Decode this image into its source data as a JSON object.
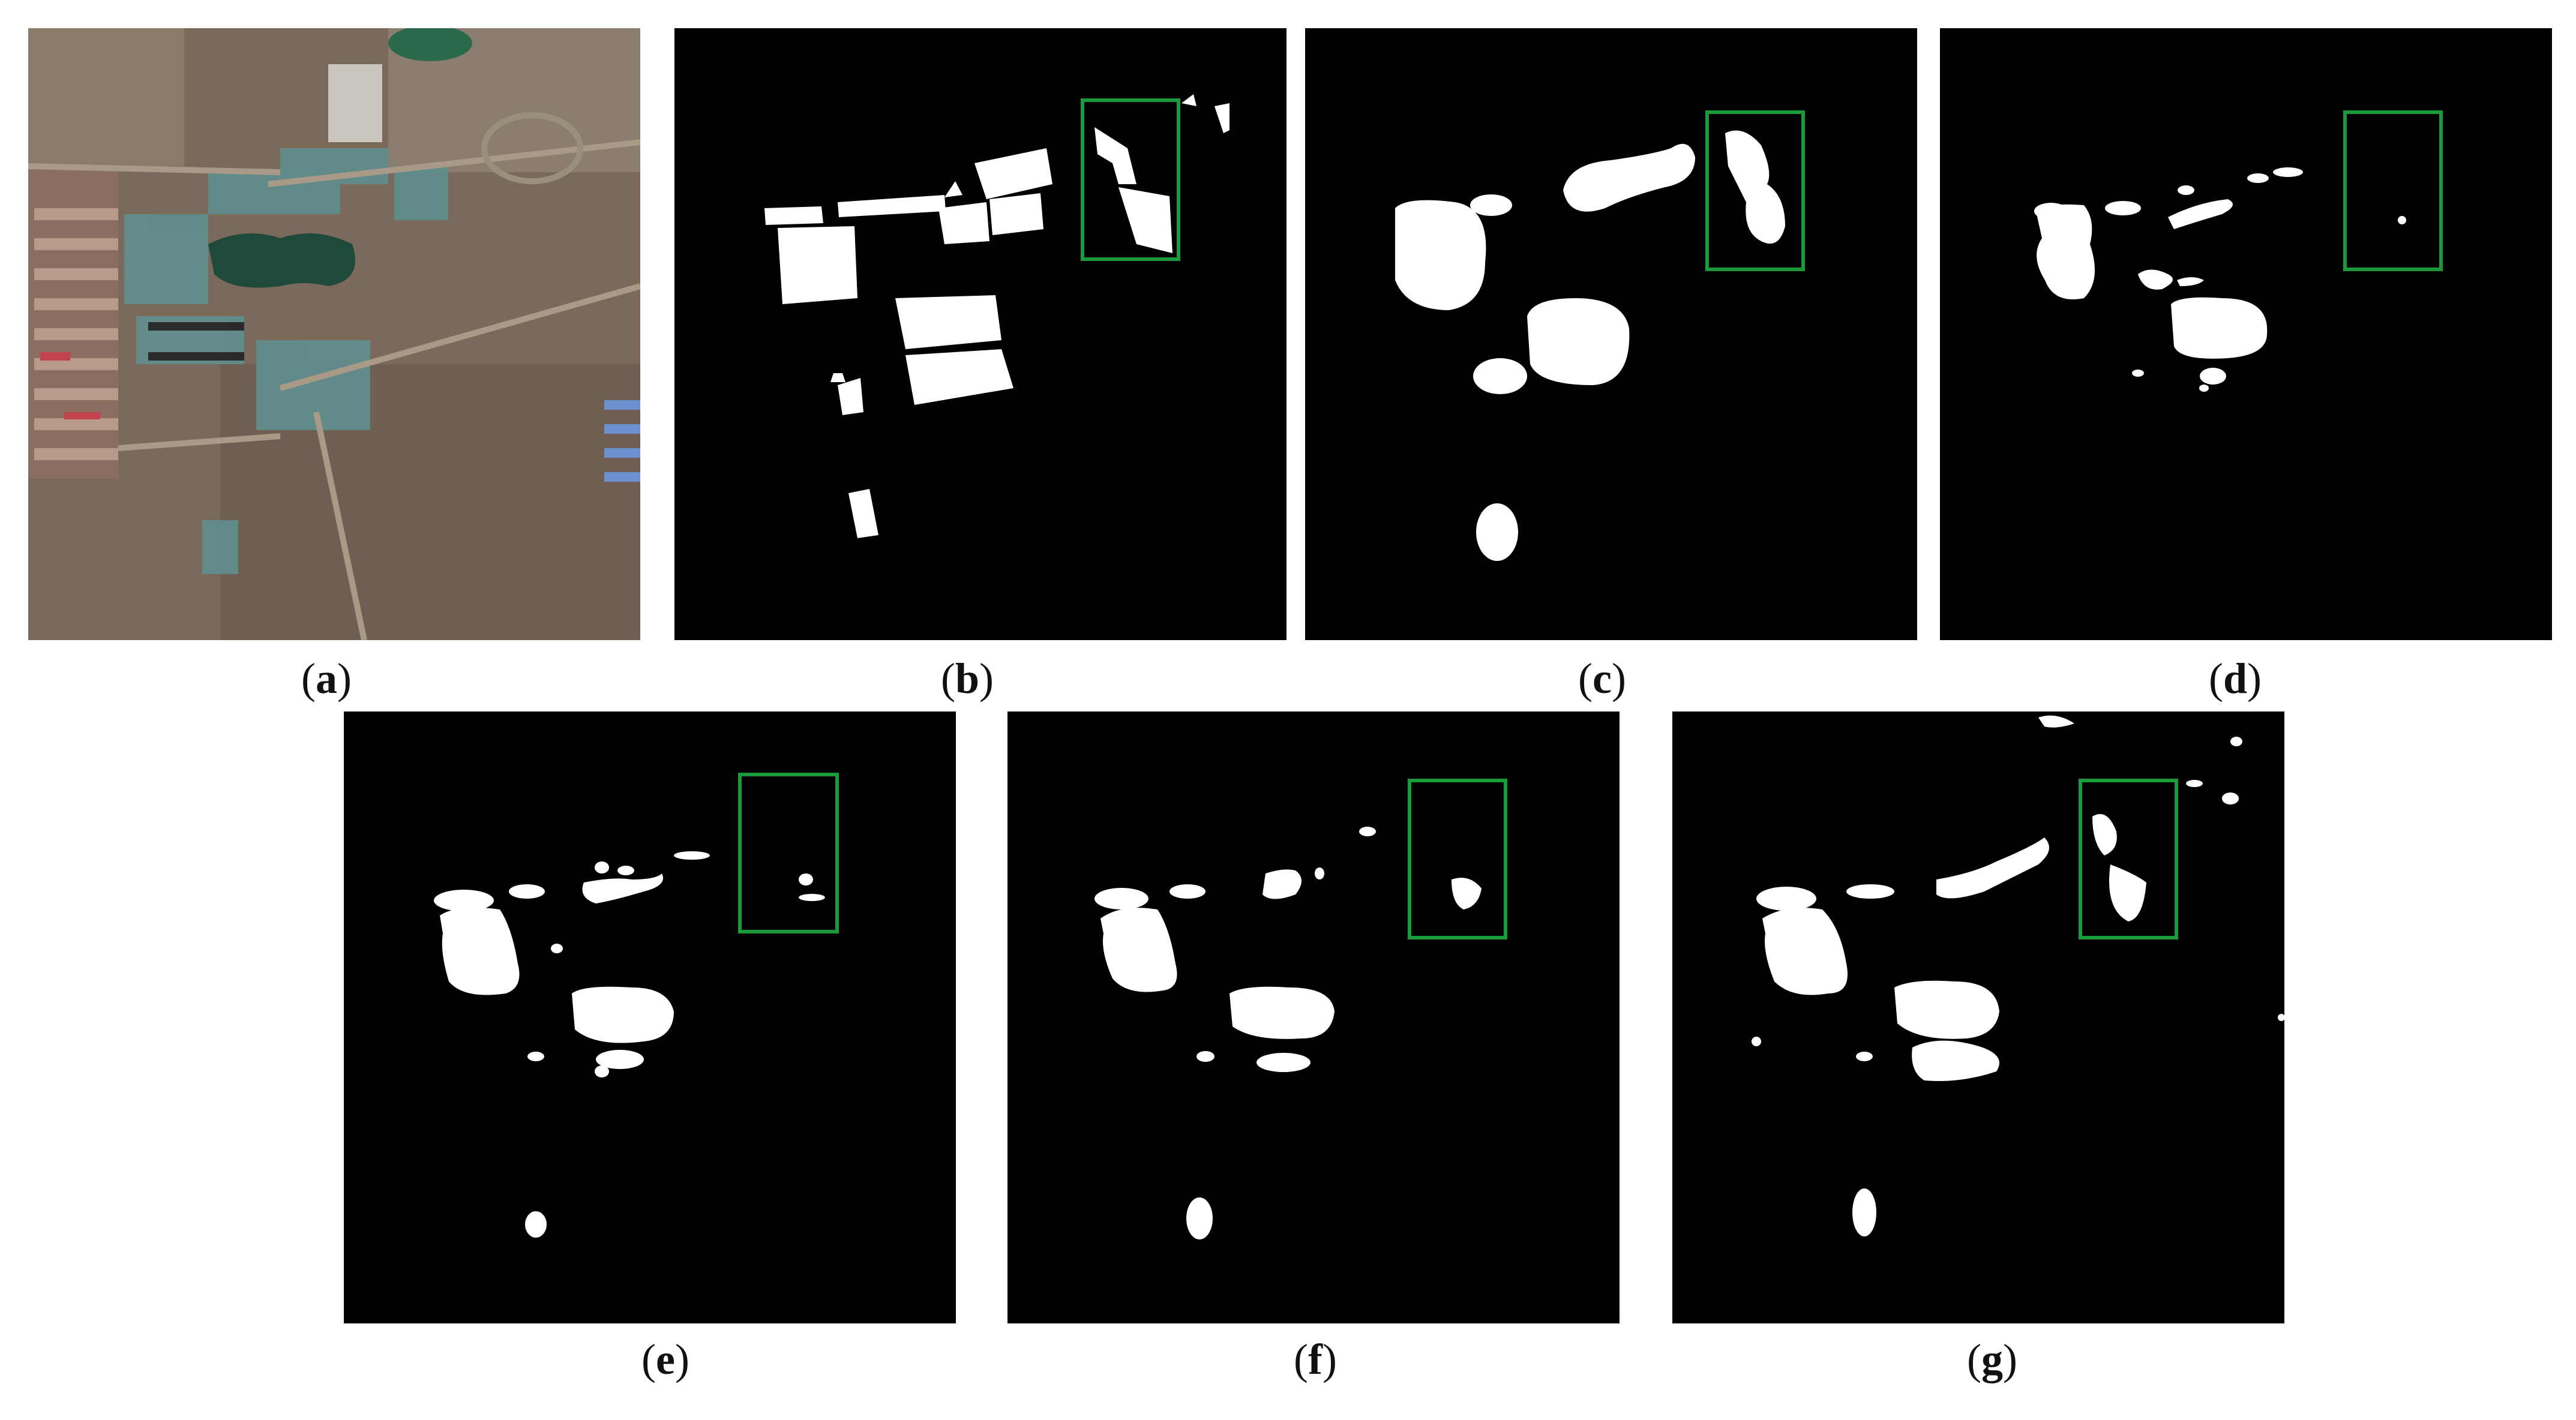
{
  "figure": {
    "panels": [
      {
        "id": "a",
        "label_open": "(",
        "label_letter": "a",
        "label_close": ")",
        "kind": "satellite-image"
      },
      {
        "id": "b",
        "label_open": "(",
        "label_letter": "b",
        "label_close": ")",
        "kind": "binary-mask"
      },
      {
        "id": "c",
        "label_open": "(",
        "label_letter": "c",
        "label_close": ")",
        "kind": "binary-mask"
      },
      {
        "id": "d",
        "label_open": "(",
        "label_letter": "d",
        "label_close": ")",
        "kind": "binary-mask"
      },
      {
        "id": "e",
        "label_open": "(",
        "label_letter": "e",
        "label_close": ")",
        "kind": "binary-mask"
      },
      {
        "id": "f",
        "label_open": "(",
        "label_letter": "f",
        "label_close": ")",
        "kind": "binary-mask"
      },
      {
        "id": "g",
        "label_open": "(",
        "label_letter": "g",
        "label_close": ")",
        "kind": "binary-mask"
      }
    ],
    "colors": {
      "mask_background": "#000000",
      "mask_foreground": "#ffffff",
      "highlight_box": "#1a9a3a",
      "water": "#1f4a3a",
      "greenhouse": "#5f8f8e",
      "soil": "#7a6a5a"
    }
  }
}
